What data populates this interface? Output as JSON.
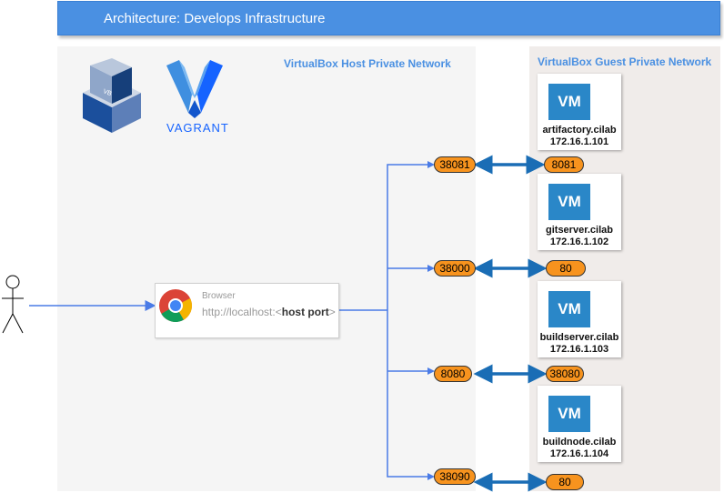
{
  "title": "Architecture: Develops Infrastructure",
  "host_network": {
    "label": "VirtualBox Host Private Network"
  },
  "guest_network": {
    "label": "VirtualBox Guest Private Network"
  },
  "logos": {
    "virtualbox": "virtualbox-logo",
    "vagrant": "VAGRANT"
  },
  "actor": {
    "icon": "user-stick-figure-icon"
  },
  "browser": {
    "label": "Browser",
    "url_prefix": "http://localhost:<",
    "url_bold": "host port",
    "url_suffix": ">",
    "icon": "chrome-icon"
  },
  "vms": [
    {
      "icon_text": "VM",
      "name": "artifactory.cilab",
      "ip": "172.16.1.101",
      "host_port": "38081",
      "guest_port": "8081"
    },
    {
      "icon_text": "VM",
      "name": "gitserver.cilab",
      "ip": "172.16.1.102",
      "host_port": "38000",
      "guest_port": "80"
    },
    {
      "icon_text": "VM",
      "name": "buildserver.cilab",
      "ip": "172.16.1.103",
      "host_port": "8080",
      "guest_port": "38080"
    },
    {
      "icon_text": "VM",
      "name": "buildnode.cilab",
      "ip": "172.16.1.104",
      "host_port": "38090",
      "guest_port": "80"
    }
  ],
  "colors": {
    "accent": "#4a90e2",
    "port_fill": "#f7931e",
    "vm_icon": "#2a87c8",
    "link": "#1a6db5"
  }
}
